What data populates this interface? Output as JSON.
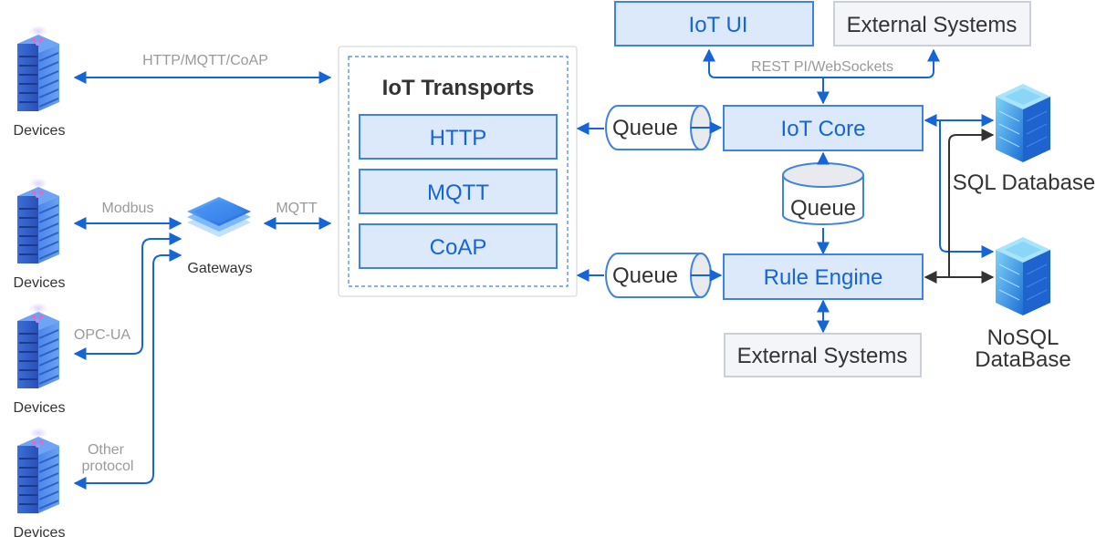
{
  "devices": {
    "label": "Devices"
  },
  "gateway": {
    "label": "Gateways"
  },
  "protocols": {
    "http_mqtt_coap": "HTTP/MQTT/CoAP",
    "modbus": "Modbus",
    "mqtt": "MQTT",
    "opcua": "OPC-UA",
    "other_line1": "Other",
    "other_line2": "protocol"
  },
  "transports": {
    "title": "IoT Transports",
    "http": "HTTP",
    "mqtt": "MQTT",
    "coap": "CoAP"
  },
  "queue_label": "Queue",
  "iot_ui": "IoT UI",
  "external_systems": "External Systems",
  "rest_label": "REST PI/WebSockets",
  "iot_core": "IoT Core",
  "rule_engine": "Rule Engine",
  "sql_db": "SQL Database",
  "nosql_line1": "NoSQL",
  "nosql_line2": "DataBase",
  "colors": {
    "accent": "#1565d8",
    "box_fill": "#dbe9fb",
    "box_stroke": "#3f82e0",
    "neutral_fill": "#f3f5f8",
    "neutral_stroke": "#c9d0da"
  }
}
